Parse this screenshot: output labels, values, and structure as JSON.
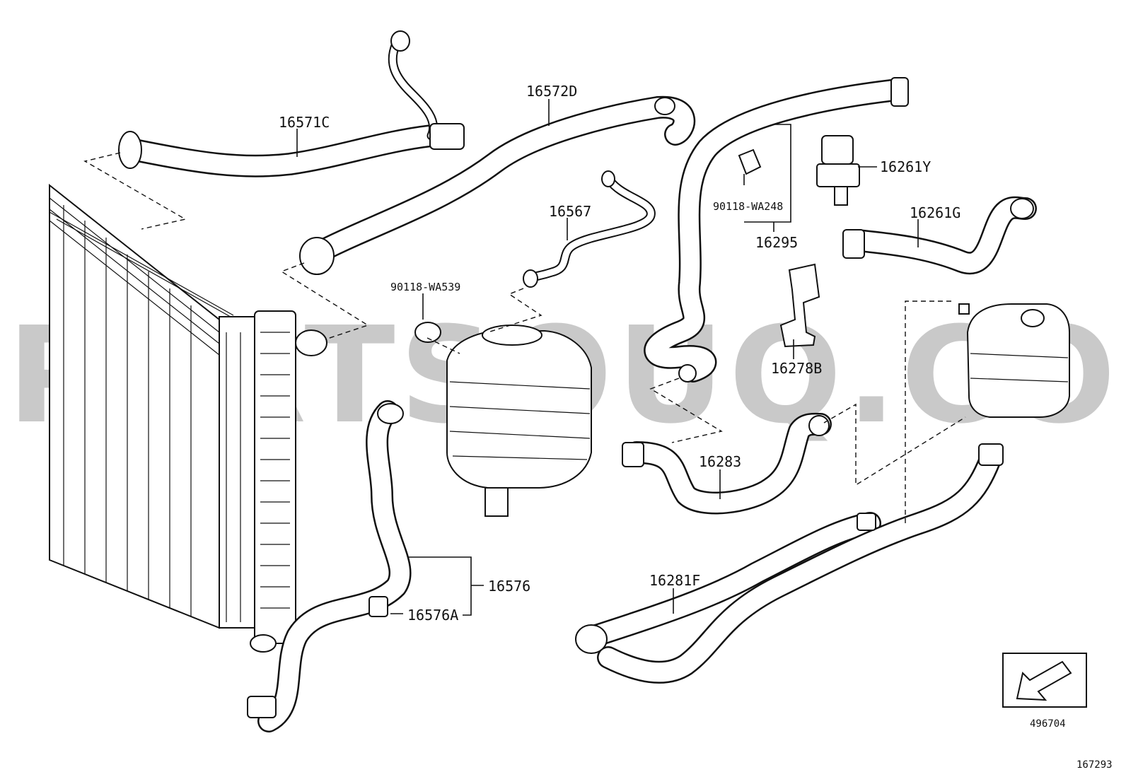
{
  "watermark": "PARTSOUQ.COM",
  "labels": {
    "p16571C": "16571C",
    "p16572D": "16572D",
    "p16567": "16567",
    "p90118WA539": "90118-WA539",
    "p90118WA248": "90118-WA248",
    "p16295": "16295",
    "p16261Y": "16261Y",
    "p16261G": "16261G",
    "p16278B": "16278B",
    "p16283": "16283",
    "p16576": "16576",
    "p16576A": "16576A",
    "p16281F": "16281F"
  },
  "view_ref": "496704",
  "figure_ref": "167293"
}
